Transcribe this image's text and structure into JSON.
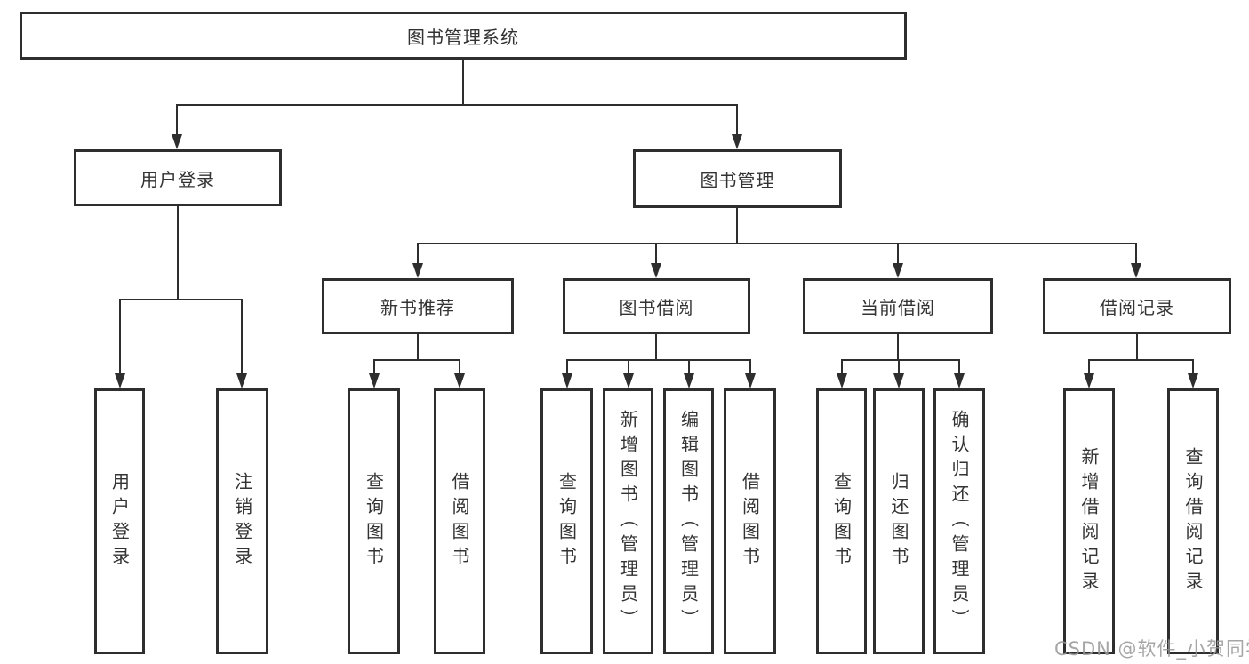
{
  "tree": {
    "root": "图书管理系统",
    "branches": [
      {
        "label": "用户登录",
        "children": [
          "用户登录",
          "注销登录"
        ]
      },
      {
        "label": "图书管理",
        "sections": [
          {
            "label": "新书推荐",
            "children": [
              "查询图书",
              "借阅图书"
            ]
          },
          {
            "label": "图书借阅",
            "children": [
              "查询图书",
              "新增图书（管理员）",
              "编辑图书（管理员）",
              "借阅图书"
            ]
          },
          {
            "label": "当前借阅",
            "children": [
              "查询图书",
              "归还图书",
              "确认归还（管理员）"
            ]
          },
          {
            "label": "借阅记录",
            "children": [
              "新增借阅记录",
              "查询借阅记录"
            ]
          }
        ]
      }
    ]
  },
  "watermark": {
    "text": "CSDN @软件_小贺同学"
  },
  "colors": {
    "line": "#2e2e2e",
    "text": "#333333",
    "watermark": "#9c9c9c",
    "background": "#ffffff"
  }
}
